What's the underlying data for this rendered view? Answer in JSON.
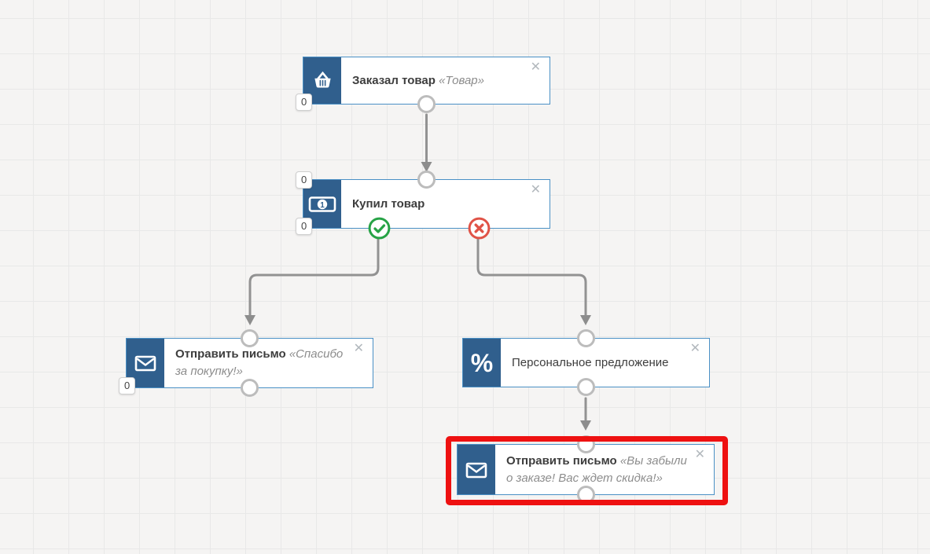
{
  "ui": {
    "close_glyph": "✕"
  },
  "colors": {
    "canvas_bg": "#f5f4f3",
    "grid_line": "#e8e8e8",
    "node_border": "#4a90c5",
    "icon_square": "#305f8d",
    "arrow_gray": "#929292",
    "branch_yes_green": "#27a346",
    "branch_no_red": "#e05347",
    "annotation_red": "#ee1111"
  },
  "nodes": [
    {
      "id": "ordered-product",
      "icon": "basket-icon",
      "title": "Заказал товар",
      "subtitle": "«Товар»",
      "counters": [
        "0"
      ]
    },
    {
      "id": "bought-product",
      "icon": "banknote-icon",
      "title": "Купил товар",
      "subtitle": "",
      "counters": [
        "0",
        "0"
      ]
    },
    {
      "id": "send-email-thanks",
      "icon": "envelope-icon",
      "title": "Отправить письмо",
      "subtitle": "«Спасибо за покупку!»",
      "counters": [
        "0"
      ]
    },
    {
      "id": "personal-offer",
      "icon": "percent-icon",
      "icon_glyph": "%",
      "title": "Персональное предложение",
      "subtitle": "",
      "counters": []
    },
    {
      "id": "send-email-discount",
      "icon": "envelope-icon",
      "title": "Отправить письмо",
      "subtitle": "«Вы забыли о заказе! Вас ждет скидка!»",
      "counters": []
    }
  ]
}
